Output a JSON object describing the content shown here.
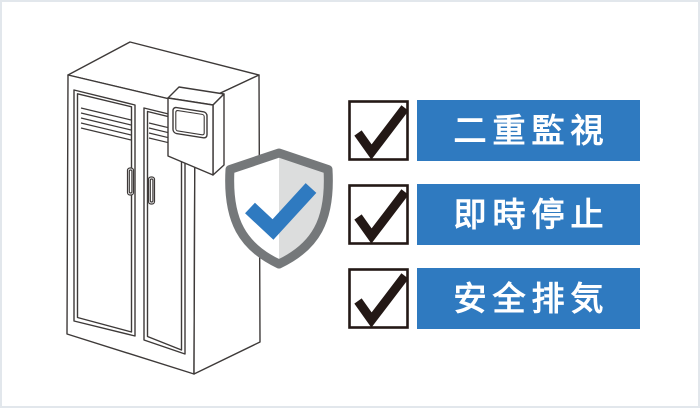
{
  "illustration": {
    "cabinet_icon": "gas-cabinet-line-art",
    "shield_icon": "shield-with-checkmark"
  },
  "features": [
    {
      "label": "二重監視"
    },
    {
      "label": "即時停止"
    },
    {
      "label": "安全排気"
    }
  ],
  "theme": {
    "accent_blue": "#2f7ac0",
    "check_black": "#231815",
    "line_color": "#3e3a39",
    "shield_gray": "#75787a",
    "shield_fill": "#dcdddd",
    "label_text": "#ffffff",
    "frame_border": "#e2e7ec"
  }
}
